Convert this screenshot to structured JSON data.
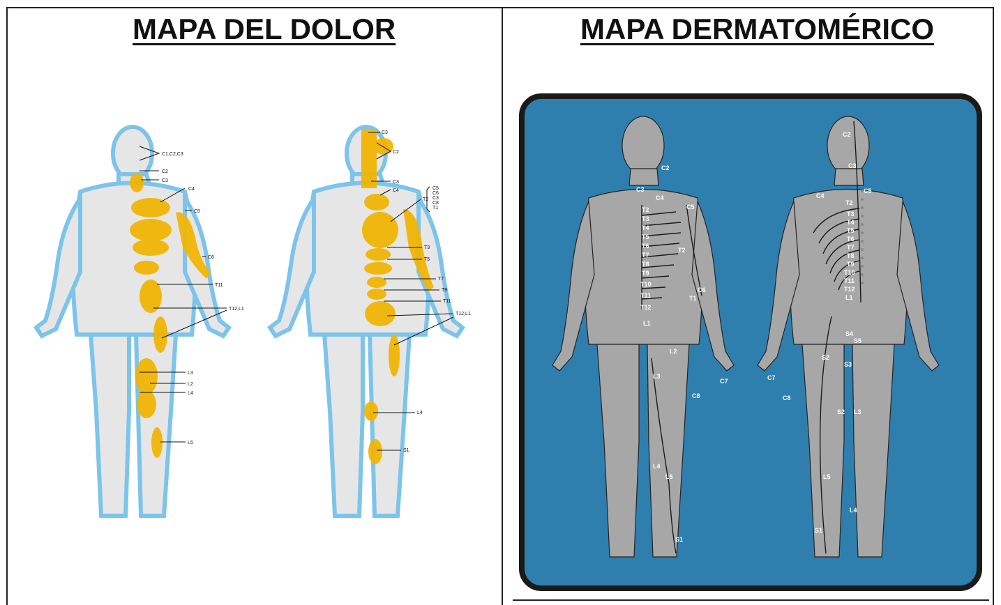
{
  "titles": {
    "left": "MAPA DEL DOLOR",
    "right": "MAPA DERMATOMÉRICO"
  },
  "pain_front_labels": [
    "C1,C2,C3",
    "C2",
    "C3",
    "C4",
    "C5",
    "C6",
    "T11",
    "T12,L1",
    "L3",
    "L2",
    "L4",
    "L5"
  ],
  "pain_back_labels": [
    "C3",
    "C2",
    "C3",
    "C4",
    "T2",
    "C5",
    "C6",
    "C3",
    "C8",
    "T1",
    "T3",
    "T5",
    "T7",
    "T9",
    "T11",
    "T12,L1",
    "L4",
    "S1"
  ],
  "derm_front_labels": [
    "C2",
    "C3",
    "C4",
    "C5",
    "T2",
    "T3",
    "T4",
    "T5",
    "T6",
    "T7",
    "T8",
    "T9",
    "T10",
    "T11",
    "T12",
    "L1",
    "T2",
    "C6",
    "T1",
    "L2",
    "L3",
    "C7",
    "C8",
    "L4",
    "L5",
    "S1"
  ],
  "derm_back_labels": [
    "C2",
    "C3",
    "C4",
    "C5",
    "T2",
    "T3",
    "T4",
    "T5",
    "T6",
    "T7",
    "T8",
    "T9",
    "T10",
    "T11",
    "T12",
    "L1",
    "S4",
    "S5",
    "S2",
    "S3",
    "C7",
    "C8",
    "S2",
    "L3",
    "L5",
    "L4",
    "S1"
  ],
  "colors": {
    "pain": "#f2b400",
    "skin": "#e6e6e6",
    "outline": "#7cc4ec",
    "panel_blue": "#2f7fae",
    "body_gray": "#a7a7a7"
  }
}
